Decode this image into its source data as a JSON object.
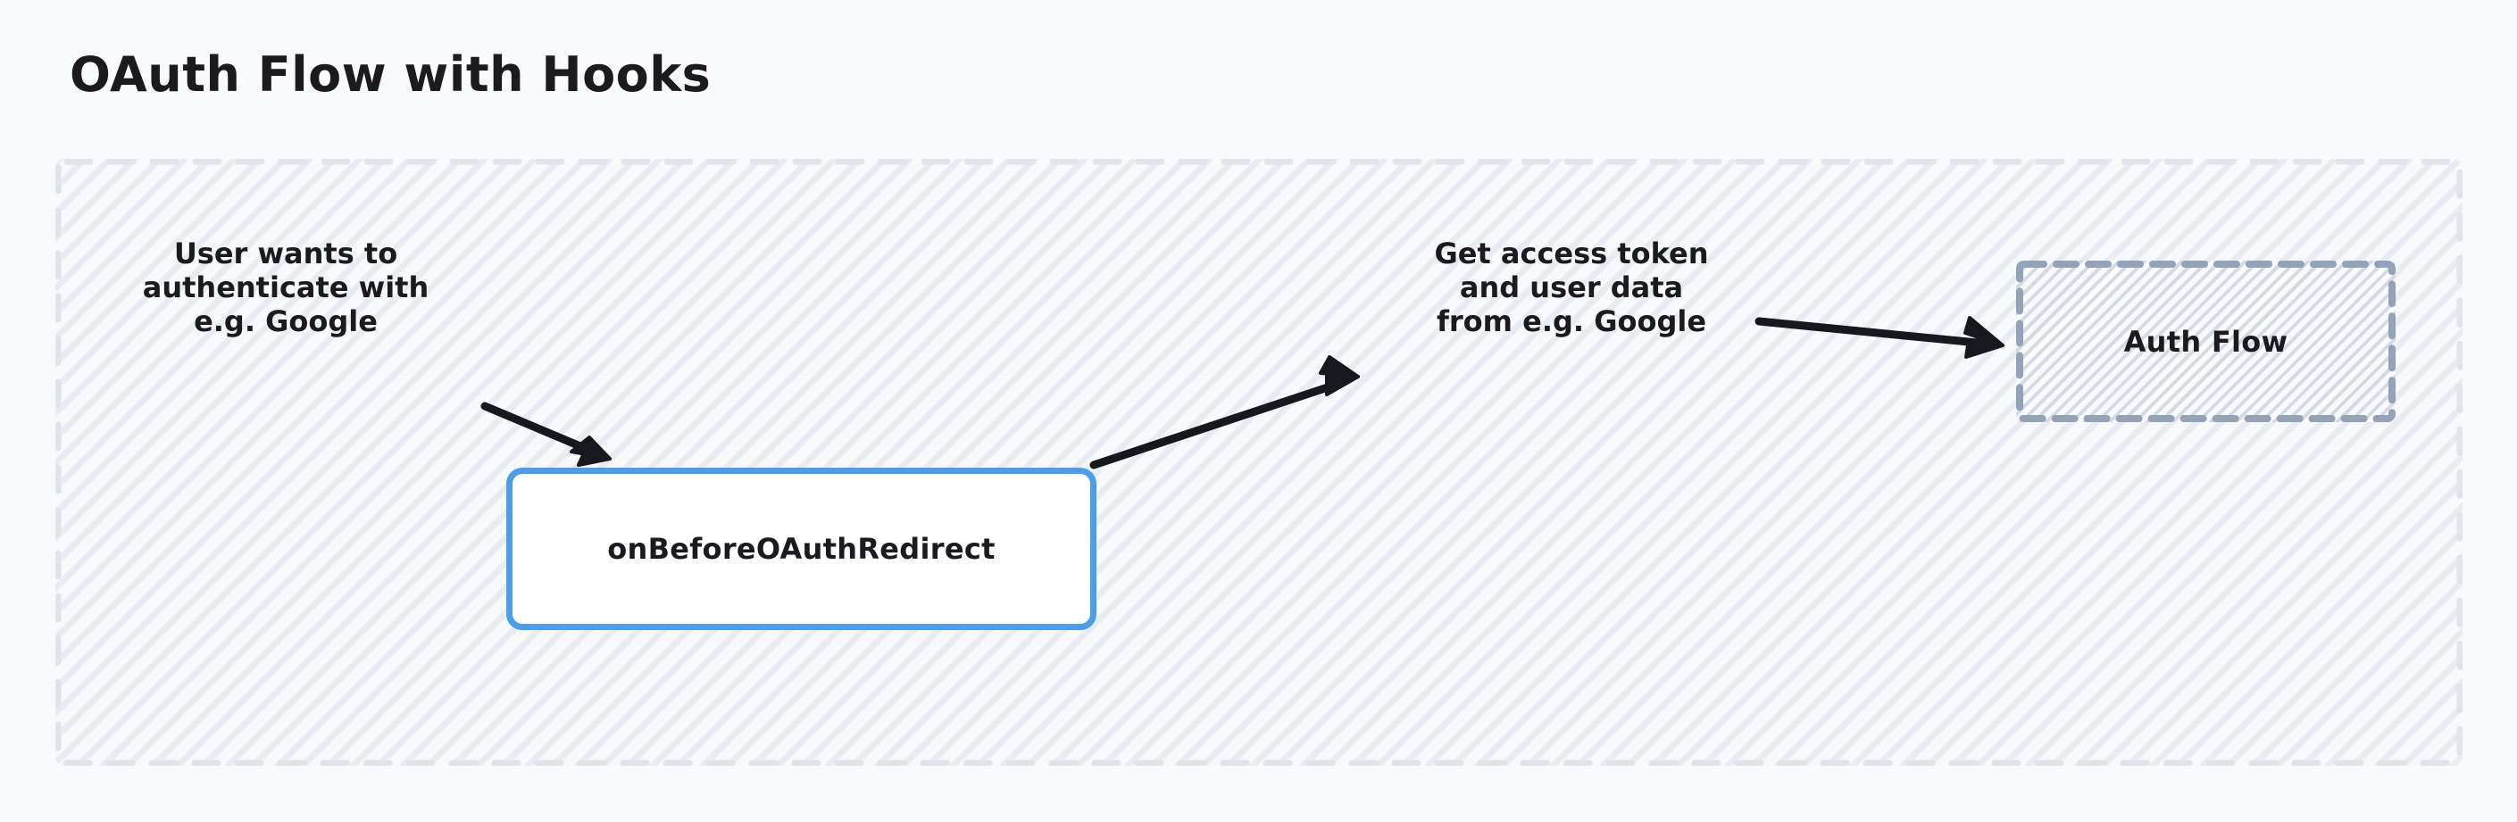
{
  "page": {
    "background_color": "#f8fafc",
    "title": "OAuth Flow with Hooks"
  },
  "diagram": {
    "type": "flowchart",
    "container": {
      "name": "flow-container",
      "style": "dashed-hatched-group",
      "border_color": "#dfe3ea",
      "fill_color": "#f7f9fb"
    },
    "labels": [
      {
        "id": "user-request",
        "text": "User wants to\nauthenticate with\ne.g. Google"
      },
      {
        "id": "token-exchange",
        "text": "Get access token\nand user data\nfrom e.g. Google"
      }
    ],
    "nodes": [
      {
        "id": "hook",
        "label": "onBeforeOAuthRedirect",
        "shape": "rounded-rect",
        "border_color": "#4a9eeb",
        "fill_color": "#ffffff"
      },
      {
        "id": "auth-flow",
        "label": "Auth Flow",
        "shape": "dashed-rect",
        "border_color": "#94a3b8",
        "fill_color": "#fafbfc"
      }
    ],
    "arrows": [
      {
        "id": "user-request-to-hook",
        "from": "user-request",
        "to": "hook",
        "color": "#16181d"
      },
      {
        "id": "hook-to-token-exchange",
        "from": "hook",
        "to": "token-exchange",
        "color": "#16181d"
      },
      {
        "id": "token-exchange-to-auth-flow",
        "from": "token-exchange",
        "to": "auth-flow",
        "color": "#16181d"
      }
    ]
  }
}
